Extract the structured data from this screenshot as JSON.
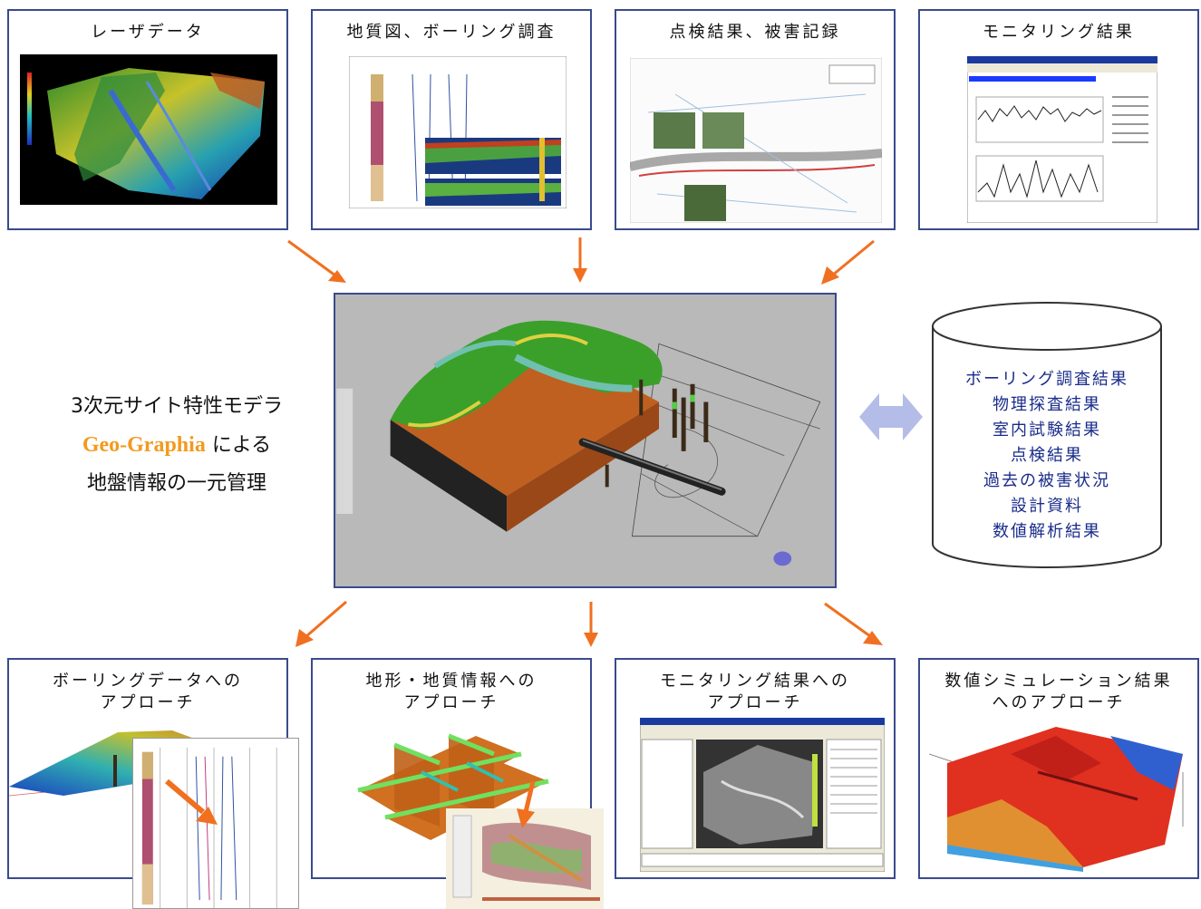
{
  "top_boxes": [
    {
      "title": "レーザデータ"
    },
    {
      "title": "地質図、ボーリング調査"
    },
    {
      "title": "点検結果、被害記録"
    },
    {
      "title": "モニタリング結果"
    }
  ],
  "bottom_boxes": [
    {
      "title": "ボーリングデータへの\nアプローチ"
    },
    {
      "title": "地形・地質情報への\nアプローチ"
    },
    {
      "title": "モニタリング結果への\nアプローチ"
    },
    {
      "title": "数値シミュレーション結果\nへのアプローチ"
    }
  ],
  "center": {
    "line1": "3次元サイト特性モデラ",
    "brand": "Geo-Graphia",
    "line2_suffix": "による",
    "line3": "地盤情報の一元管理"
  },
  "database": {
    "items": [
      "ボーリング調査結果",
      "物理探査結果",
      "室内試験結果",
      "点検結果",
      "過去の被害状況",
      "設計資料",
      "数値解析結果"
    ]
  },
  "colors": {
    "border": "#3b4a8c",
    "arrow": "#f07020",
    "double_arrow": "#b3bde8",
    "db_text": "#1a2c8a",
    "brand": "#f29a1f"
  }
}
